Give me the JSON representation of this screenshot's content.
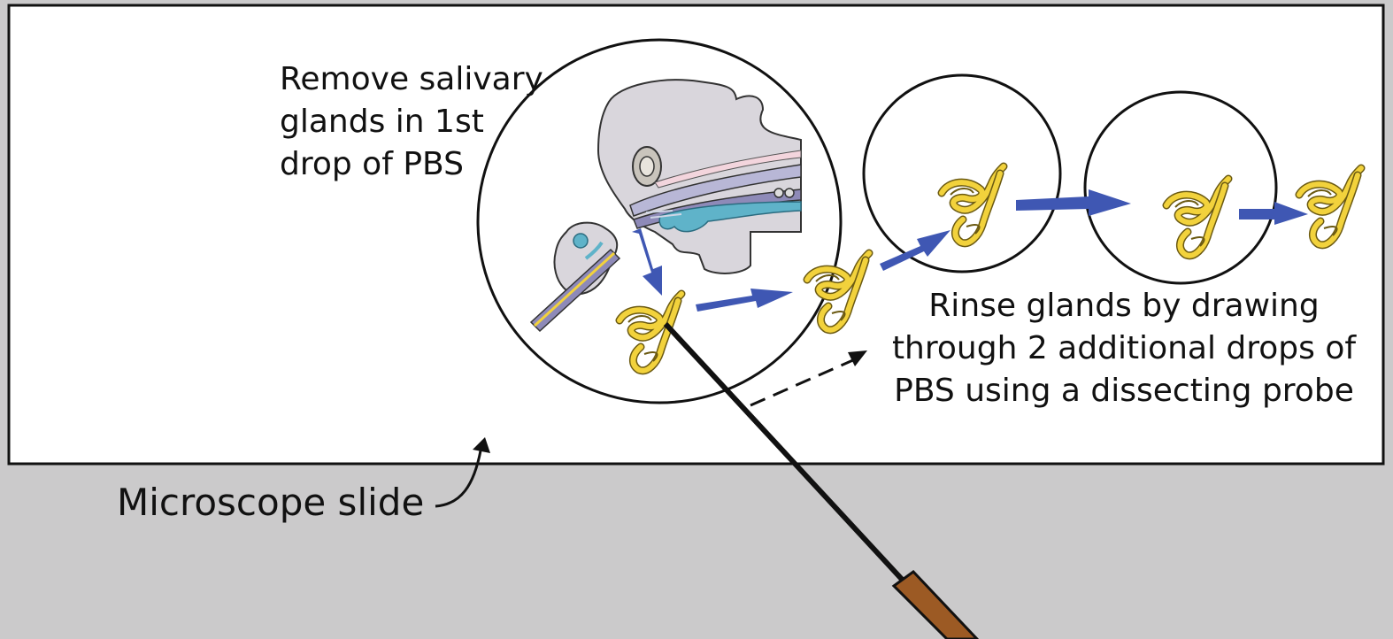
{
  "labels": {
    "remove": [
      "Remove salivary",
      "glands in 1st",
      "drop of PBS"
    ],
    "rinse": [
      "Rinse glands by drawing",
      "through 2 additional drops of",
      "PBS using a dissecting probe"
    ],
    "slide": "Microscope slide"
  },
  "colors": {
    "background": "#cbcacb",
    "slide": "#ffffff",
    "outline": "#111111",
    "arrow": "#3f57b3",
    "gland": "#f2d23c",
    "gland_outline": "#6b5a12",
    "probe_handle": "#9c5a24",
    "tissue": "#d9d6dc",
    "tissue_blue": "#5fb3c9"
  }
}
